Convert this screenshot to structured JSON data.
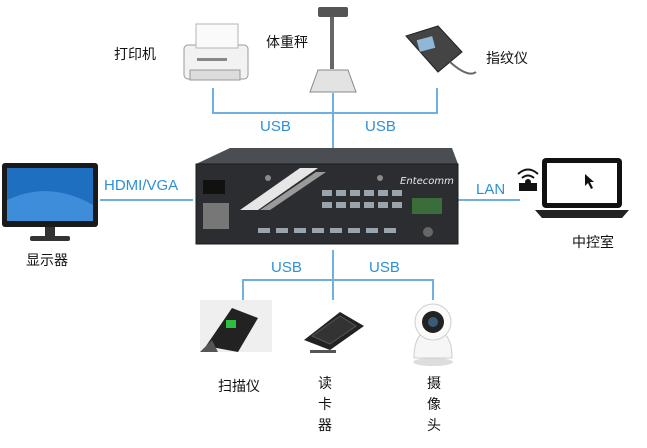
{
  "colors": {
    "line": "#6fb0e0",
    "connector_text": "#2f8fd6",
    "chassis": "#2b2d31",
    "screen": "#1f6fc0"
  },
  "labels": {
    "printer": "打印机",
    "scale": "体重秤",
    "fingerprint": "指纹仪",
    "monitor": "显示器",
    "control_room": "中控室",
    "scanner": "扫描仪",
    "card_reader": [
      "读",
      "卡",
      "器"
    ],
    "camera": [
      "摄",
      "像",
      "头"
    ]
  },
  "connectors": {
    "usb_top_left": "USB",
    "usb_top_right": "USB",
    "hdmi_vga": "HDMI/VGA",
    "lan": "LAN",
    "usb_bottom_left": "USB",
    "usb_bottom_right": "USB"
  },
  "device_brand": "Entecomm",
  "icons": [
    "printer-icon",
    "scale-icon",
    "fingerprint-icon",
    "monitor-icon",
    "laptop-icon",
    "wifi-icon",
    "industrial-pc-icon",
    "scanner-icon",
    "card-reader-icon",
    "camera-icon"
  ]
}
